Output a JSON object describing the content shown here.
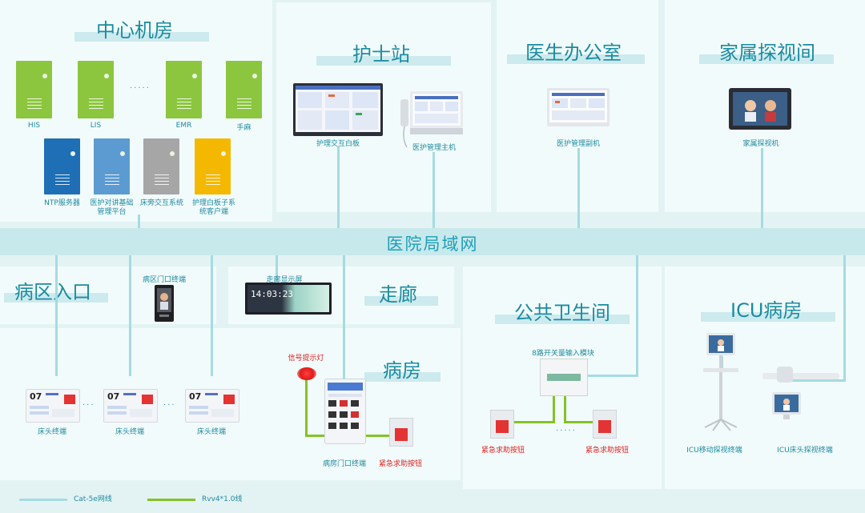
{
  "sections": {
    "datacenter": "中心机房",
    "nurse_station": "护士站",
    "doctor_office": "医生办公室",
    "family_visit": "家属探视间",
    "ward_entrance": "病区入口",
    "corridor": "走廊",
    "public_toilet": "公共卫生间",
    "icu": "ICU病房",
    "ward": "病房"
  },
  "network": {
    "label": "医院局域网"
  },
  "servers": {
    "his": "HIS",
    "lis": "LIS",
    "emr": "EMR",
    "surgery": "手麻",
    "ntp": "NTP服务器",
    "intercom_l1": "医护对讲基础",
    "intercom_l2": "管理平台",
    "bedside_system": "床旁交互系统",
    "whiteboard_l1": "护理白板子系",
    "whiteboard_l2": "统客户端",
    "ellipsis": "....."
  },
  "devices": {
    "nurse_whiteboard": "护理交互白板",
    "nurse_host": "医护管理主机",
    "doctor_extension": "医护管理副机",
    "family_visit_terminal": "家属探视机",
    "ward_door_terminal": "病区门口终端",
    "corridor_display": "走廊显示屏",
    "corridor_time": "14:03:23",
    "signal_light": "信号提示灯",
    "room_door_terminal": "病房门口终端",
    "emergency_button": "紧急求助按钮",
    "bedside_terminal": "床头终端",
    "switch_module": "8路开关量输入模块",
    "icu_mobile": "ICU移动探视终端",
    "icu_bedside": "ICU床头探视终端",
    "bed_number": "07"
  },
  "legend": {
    "cat5e": "Cat-5e网线",
    "rvv": "Rvv4*1.0线"
  },
  "colors": {
    "server_green": "#8cc63f",
    "server_blue": "#1e6fb5",
    "server_lightblue": "#5b9bd1",
    "server_gray": "#a6a6a6",
    "server_yellow": "#f5b800",
    "cat5e_line": "#a5dbe2",
    "rvv_line": "#84c225",
    "emergency_red": "#e43333"
  }
}
